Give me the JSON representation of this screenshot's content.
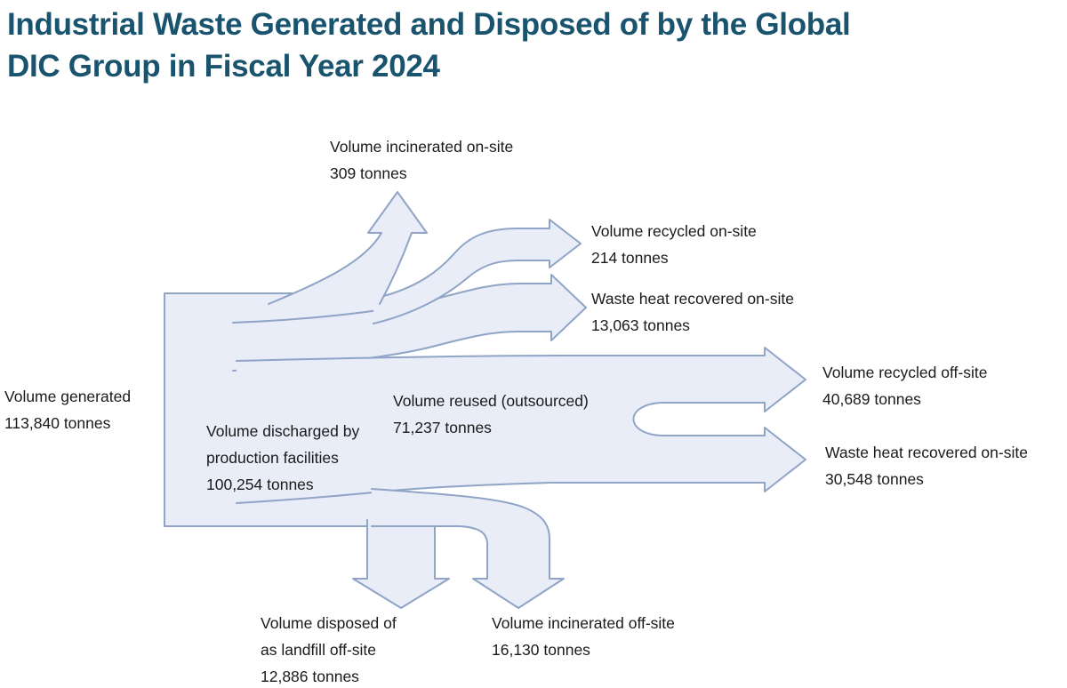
{
  "title": {
    "line1": "Industrial Waste Generated and Disposed of by the Global",
    "line2": "DIC Group in Fiscal Year 2024"
  },
  "diagram": {
    "nodes": {
      "generated": {
        "label": "Volume generated",
        "value": "113,840 tonnes"
      },
      "incinerated_on_site": {
        "label": "Volume incinerated on-site",
        "value": "309 tonnes"
      },
      "recycled_on_site": {
        "label": "Volume recycled on-site",
        "value": "214 tonnes"
      },
      "waste_heat_on_site": {
        "label": "Waste heat recovered on-site",
        "value": "13,063 tonnes"
      },
      "discharged": {
        "label": "Volume discharged by production facilities",
        "value": "100,254 tonnes"
      },
      "reused_outsourced": {
        "label": "Volume reused (outsourced)",
        "value": "71,237 tonnes"
      },
      "recycled_off_site": {
        "label": "Volume recycled off-site",
        "value": "40,689 tonnes"
      },
      "waste_heat_recovered_2": {
        "label": "Waste heat recovered on-site",
        "value": "30,548 tonnes"
      },
      "landfill_off_site": {
        "label": "Volume disposed of as landfill off-site",
        "value": "12,886 tonnes"
      },
      "incinerated_off_site": {
        "label": "Volume incinerated off-site",
        "value": "16,130 tonnes"
      }
    },
    "colors": {
      "title": "#19536e",
      "arrow_fill": "#e9edf8",
      "arrow_stroke": "#8fa4c6",
      "label_text": "#1a1a1a",
      "background": "#ffffff"
    }
  },
  "chart_data": {
    "type": "sankey",
    "unit": "tonnes",
    "title": "Industrial Waste Generated and Disposed of by the Global DIC Group in Fiscal Year 2024",
    "total_generated": 113840,
    "flows": [
      {
        "from": "Volume generated",
        "to": "Volume incinerated on-site",
        "value": 309
      },
      {
        "from": "Volume generated",
        "to": "Volume recycled on-site",
        "value": 214
      },
      {
        "from": "Volume generated",
        "to": "Waste heat recovered on-site",
        "value": 13063
      },
      {
        "from": "Volume generated",
        "to": "Volume discharged by production facilities",
        "value": 100254
      },
      {
        "from": "Volume discharged by production facilities",
        "to": "Volume reused (outsourced)",
        "value": 71237
      },
      {
        "from": "Volume reused (outsourced)",
        "to": "Volume recycled off-site",
        "value": 40689
      },
      {
        "from": "Volume reused (outsourced)",
        "to": "Waste heat recovered on-site",
        "value": 30548
      },
      {
        "from": "Volume discharged by production facilities",
        "to": "Volume disposed of as landfill off-site",
        "value": 12886
      },
      {
        "from": "Volume discharged by production facilities",
        "to": "Volume incinerated off-site",
        "value": 16130
      }
    ]
  }
}
